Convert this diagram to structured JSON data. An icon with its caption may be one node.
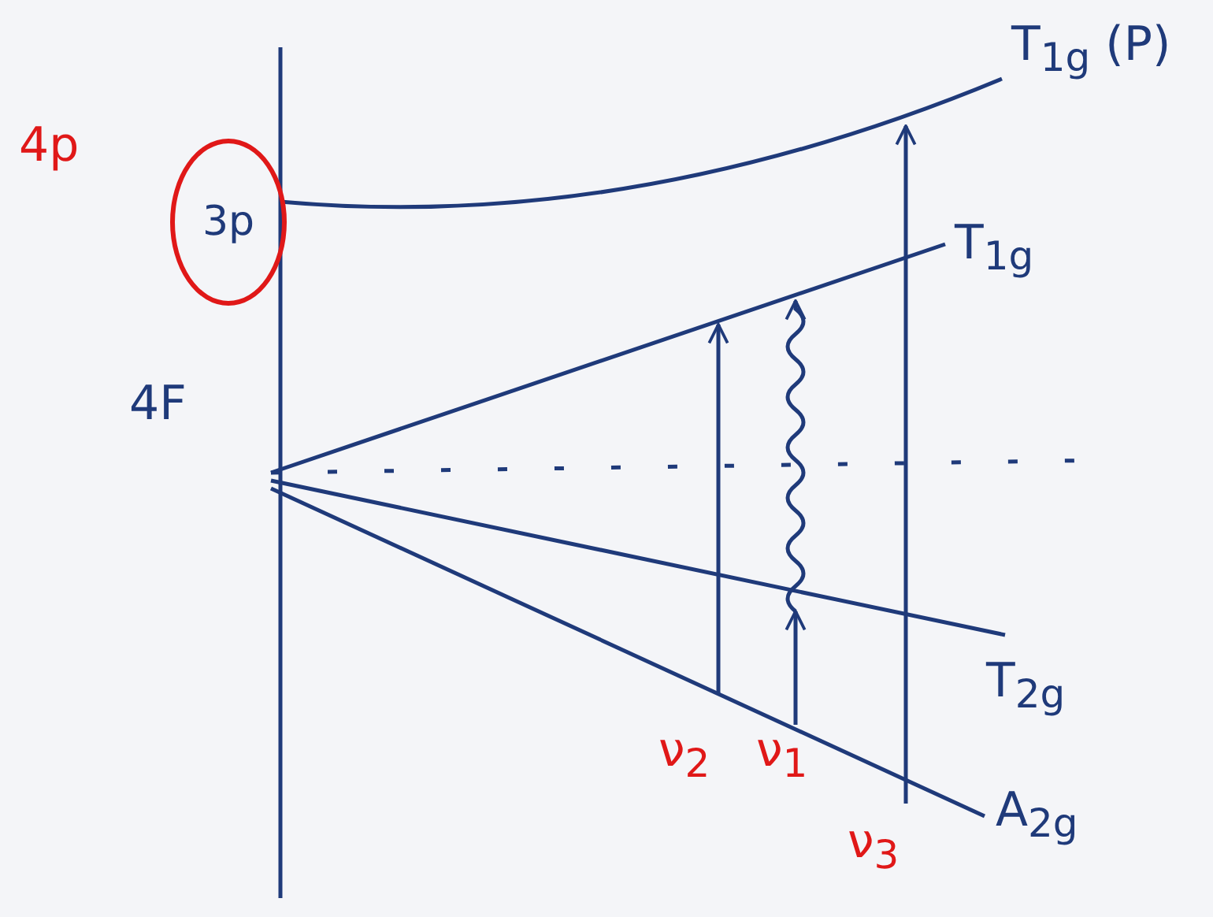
{
  "diagram": {
    "nodes": [
      {
        "text": [
          "3p"
        ],
        "beside": [
          "4p"
        ]
      }
    ],
    "labels": [
      "T$_{1g}$ (P)",
      "T$_{1g}$",
      "4F",
      "T$_{2g}$",
      "ν$_{2}$",
      "ν$_{1}$",
      "A$_{2g}$",
      "ν$_{3}$"
    ]
  }
}
